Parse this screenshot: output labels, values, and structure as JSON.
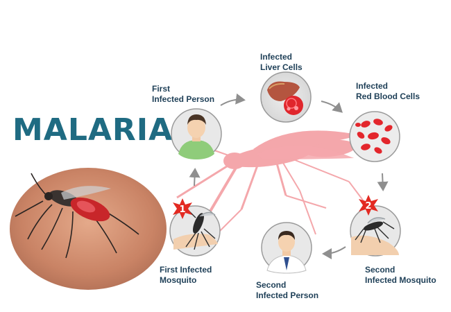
{
  "title": "MALARIA",
  "colors": {
    "title": "#1f6b82",
    "label": "#1e3f57",
    "mosquito_silhouette": "#f4a7ab",
    "circle_bg": "#e8e8e8",
    "circle_border": "#9a9a9a",
    "blood_cell": "#e3262c",
    "warning_star": "#e32a22",
    "arrow": "#8f8f8f"
  },
  "stages": [
    {
      "id": "first-infected-person",
      "lines": [
        "First",
        "Infected Person"
      ],
      "icon": "person-icon"
    },
    {
      "id": "infected-liver-cells",
      "lines": [
        "Infected",
        "Liver Cells"
      ],
      "icon": "liver-icon"
    },
    {
      "id": "infected-red-blood-cells",
      "lines": [
        "Infected",
        "Red Blood Cells"
      ],
      "icon": "red-blood-cells-icon"
    },
    {
      "id": "second-infected-mosquito",
      "lines": [
        "Second",
        "Infected Mosquito"
      ],
      "icon": "mosquito-icon",
      "badge": "2"
    },
    {
      "id": "second-infected-person",
      "lines": [
        "Second",
        "Infected Person"
      ],
      "icon": "person-tie-icon"
    },
    {
      "id": "first-infected-mosquito",
      "lines": [
        "First Infected",
        "Mosquito"
      ],
      "icon": "mosquito-icon",
      "badge": "1"
    }
  ]
}
